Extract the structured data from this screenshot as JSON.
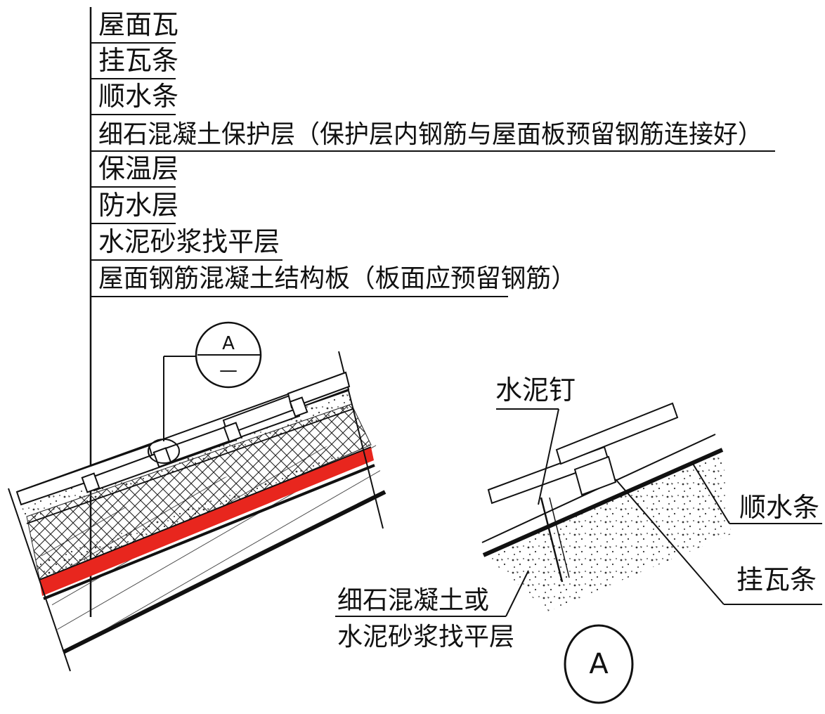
{
  "layers": [
    "屋面瓦",
    "挂瓦条",
    "顺水条",
    "细石混凝土保护层（保护层内钢筋与屋面板预留钢筋连接好）",
    "保温层",
    "防水层",
    "水泥砂浆找平层",
    "屋面钢筋混凝土结构板（板面应预留钢筋）"
  ],
  "left_section_marker": {
    "top": "A",
    "bottom": "—"
  },
  "detail_labels": {
    "nail": "水泥钉",
    "counter_batten": "顺水条",
    "tile_batten": "挂瓦条",
    "screed_line1": "细石混凝土或",
    "screed_line2": "水泥砂浆找平层"
  },
  "detail_marker": "A",
  "colors": {
    "waterproof_layer": "#e8261e",
    "ink": "#111111"
  }
}
